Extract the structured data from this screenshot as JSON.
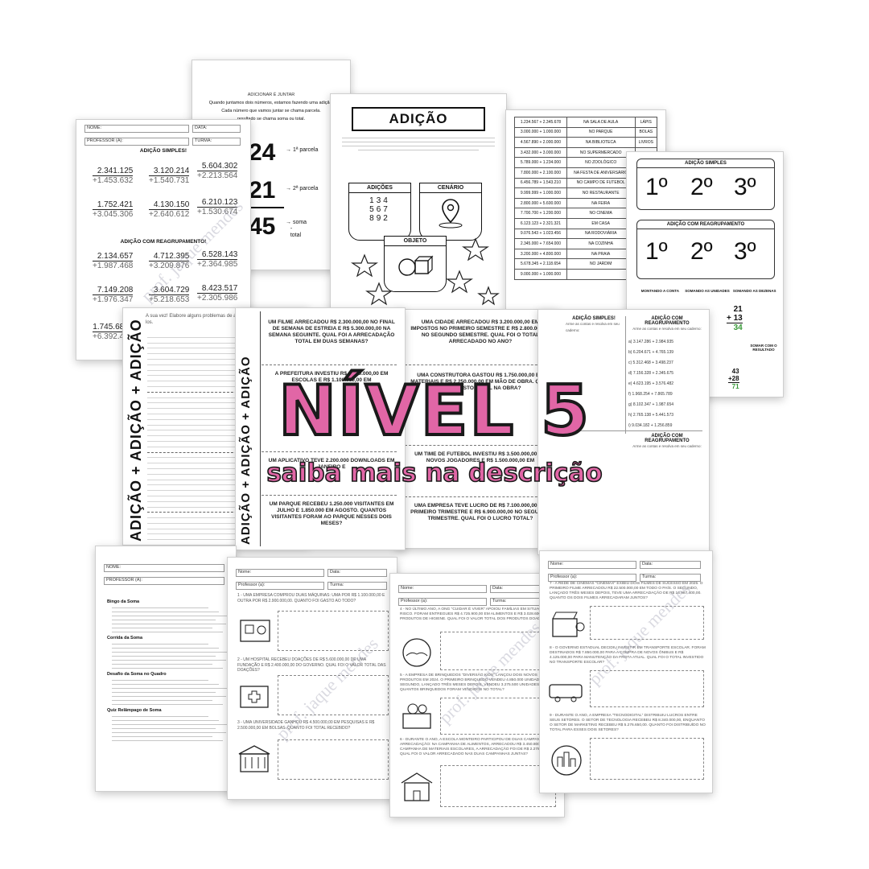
{
  "headline": "NÍVEL 5",
  "subline": "saiba mais na descrição",
  "watermark": "prof. jaque mendes",
  "colors": {
    "accent": "#e166a6",
    "outline": "#1a1a1a"
  },
  "sheet_a": {
    "field_nome": "NOME:",
    "field_data": "DATA:",
    "field_prof": "PROFESSOR (A):",
    "field_turma": "TURMA:",
    "title_simple": "ADIÇÃO SIMPLES!",
    "title_regroup": "ADIÇÃO COM REAGRUPAMENTO!",
    "sums": [
      {
        "a": "2.341.125",
        "b": "+1.453.632"
      },
      {
        "a": "3.120.214",
        "b": "+1.540.731"
      },
      {
        "a": "5.604.302",
        "b": "+2.213.564"
      },
      {
        "a": "1.752.421",
        "b": "+3.045.306"
      },
      {
        "a": "4.130.150",
        "b": "+2.640.612"
      },
      {
        "a": "6.210.123",
        "b": "+1.530.674"
      },
      {
        "a": "2.134.657",
        "b": "+1.987.468"
      },
      {
        "a": "4.712.395",
        "b": "+3.209.876"
      },
      {
        "a": "6.528.143",
        "b": "+2.364.985"
      },
      {
        "a": "7.149.208",
        "b": "+1.976.347"
      },
      {
        "a": "3.604.729",
        "b": "+5.218.653"
      },
      {
        "a": "8.423.517",
        "b": "+2.305.986"
      },
      {
        "a": "1.745.68",
        "b": "+6.392.4"
      }
    ]
  },
  "sheet_b": {
    "line1": "ADICIONAR É JUNTAR",
    "line2": "Quando juntamos dois números, estamos fazendo uma adição.",
    "line3": "Cada número que vamos juntar se chama parcela.",
    "line4": "resultado se chama soma ou total.",
    "num1": "24",
    "num2": "21",
    "num3": "45",
    "lab1": "1ª parcela",
    "lab2": "2ª parcela",
    "lab3": "soma",
    "lab3b": "total"
  },
  "sheet_c": {
    "title": "ADIÇÃO",
    "label_adicoes": "ADIÇÕES",
    "label_cenario": "CENÁRIO",
    "label_objeto": "OBJETO",
    "digits": [
      "1",
      "3",
      "4",
      "5",
      "6",
      "7",
      "8",
      "9",
      "2"
    ]
  },
  "sheet_d": {
    "rows": [
      [
        "1.234.567 + 2.345.678",
        "NA SALA DE AULA",
        "LÁPIS"
      ],
      [
        "3.000.000 + 1.000.000",
        "NO PARQUE",
        "BOLAS"
      ],
      [
        "4.567.890 + 2.000.000",
        "NA BIBLIOTECA",
        "LIVROS"
      ],
      [
        "3.432.000 + 3.000.000",
        "NO SUPERMERCADO",
        ""
      ],
      [
        "5.789.000 + 1.234.000",
        "NO ZOOLÓGICO",
        ""
      ],
      [
        "7.800.000 + 2.100.000",
        "NA FESTA DE ANIVERSÁRIO",
        ""
      ],
      [
        "6.456.789 + 1.543.210",
        "NO CAMPO DE FUTEBOL",
        ""
      ],
      [
        "9.999.999 + 1.000.000",
        "NO RESTAURANTE",
        ""
      ],
      [
        "2.800.000 + 5.600.000",
        "NA FEIRA",
        ""
      ],
      [
        "7.700.700 + 1.200.000",
        "NO CINEMA",
        ""
      ],
      [
        "6.123.123 + 2.321.321",
        "EM CASA",
        ""
      ],
      [
        "9.076.543 + 1.023.456",
        "NA RODOVIÁRIA",
        ""
      ],
      [
        "2.345.000 + 7.654.000",
        "NA COZINHA",
        ""
      ],
      [
        "3.200.000 + 4.800.000",
        "NA PRAIA",
        ""
      ],
      [
        "5.678.345 + 2.118.654",
        "NO JARDIM",
        ""
      ],
      [
        "9.000.000 + 1.000.000",
        "",
        ""
      ]
    ]
  },
  "sheet_e": {
    "title1": "ADIÇÃO SIMPLES",
    "title2": "ADIÇÃO COM REAGRUPAMENTO",
    "ordinals": [
      "1º",
      "2º",
      "3º"
    ],
    "col1": "MONTANDO A CONTA",
    "col2": "SOMANDO AS UNIDADES",
    "col3": "SOMANDO AS DEZENAS",
    "example_a": "21",
    "example_b": "+ 13",
    "example_c": "34",
    "example2_a": "43",
    "example2_b": "+28",
    "example2_c": "71",
    "note": "SOMAR COM O RESULTADO"
  },
  "sheet_f": {
    "intro": "A sua vez! Elabore alguns problemas de adição e mostre como resolvê-los.",
    "vertical": "ADIÇÃO + ADIÇÃO + ADIÇÃO"
  },
  "sheet_g": {
    "vertical": "ADIÇÃO + ADIÇÃO + ADIÇÃO",
    "problems": [
      "UM FILME ARRECADOU R$ 2.300.000,00 NO FINAL DE SEMANA DE ESTREIA E R$ 5.300.000,00 NA SEMANA SEGUINTE. QUAL FOI A ARRECADAÇÃO TOTAL EM DUAS SEMANAS?",
      "A PREFEITURA INVESTIU R$ 2.400.000,00 EM ESCOLAS E R$ 1.100.000,00 EM",
      "UM APLICATIVO TEVE 2.200.000 DOWNLOADS EM JANEIRO E",
      "UM PARQUE RECEBEU 1.250.000 VISITANTES EM JULHO E 1.850.000 EM AGOSTO. QUANTOS VISITANTES FORAM AO PARQUE NESSES DOIS MESES?"
    ]
  },
  "sheet_h": {
    "problems": [
      "UMA CIDADE ARRECADOU R$ 3.200.000,00 EM IMPOSTOS NO PRIMEIRO SEMESTRE E R$ 2.800.000,00 NO SEGUNDO SEMESTRE. QUAL FOI O TOTAL ARRECADADO NO ANO?",
      "UMA CONSTRUTORA GASTOU R$ 1.750.000,00 EM MATERIAIS E R$ 2.250.000,00 EM MÃO DE OBRA. QUAL FOI O GASTO TOTAL NA OBRA?",
      "UM TIME DE FUTEBOL INVESTIU R$ 3.500.000,00 EM NOVOS JOGADORES E R$ 1.500.000,00 EM",
      "UMA EMPRESA TEVE LUCRO DE R$ 7.100.000,00 NO PRIMEIRO TRIMESTRE E R$ 6.900.000,00 NO SEGUNDO TRIMESTRE. QUAL FOI O LUCRO TOTAL?"
    ]
  },
  "sheet_i": {
    "left_title": "ADIÇÃO SIMPLES!",
    "right_title": "ADIÇÃO COM REAGRUPAMENTO",
    "left_sub": "Arme as contas e resolva em seu caderno:",
    "right_sub": "Arme as contas e resolva em seu caderno:",
    "right_items": [
      "a) 3.147.286 + 2.984.935",
      "b) 6.204.671 + 4.765.139",
      "c) 5.312.468 + 3.498.237",
      "d) 7.156.328 + 2.345.675",
      "e) 4.623.195 + 3.576.482",
      "f) 1.968.254 + 7.865.789",
      "g) 8.102.347 + 1.987.654",
      "h) 2.765.138 + 5.441.573",
      "i) 9.034.182 + 1.256.859"
    ]
  },
  "sheet_j": {
    "field_nome": "NOME:",
    "field_prof": "PROFESSOR (A):",
    "sections": [
      "Bingo da Soma",
      "Corrida da Soma",
      "Desafio da Soma no Quadro",
      "Quiz Relâmpago de Soma"
    ]
  },
  "sheet_k": {
    "field_nome": "Nome:",
    "field_data": "Data:",
    "field_prof": "Professor (a):",
    "field_turma": "Turma:",
    "q1": "1 - UMA EMPRESA COMPROU DUAS MÁQUINAS: UMA POR R$ 1.100.000,00 E OUTRA POR R$ 2.900.000,00. QUANTO FOI GASTO AO TODO?",
    "q2": "2 - UM HOSPITAL RECEBEU DOAÇÕES DE R$ 5.600.000,00 DE UMA FUNDAÇÃO E R$ 2.400.000,00 DO GOVERNO. QUAL FOI O VALOR TOTAL DAS DOAÇÕES?",
    "q3": "3 - UMA UNIVERSIDADE GANHOU R$ 4.500.000,00 EM PESQUISAS E R$ 2.500.000,00 EM BOLSAS. QUANTO FOI TOTAL RECEBIDO?"
  },
  "sheet_l": {
    "field_nome": "Nome:",
    "field_data": "Data:",
    "field_prof": "Professor (a):",
    "field_turma": "Turma:",
    "q4": "4 - NO ÚLTIMO ANO, A ONG \"CUIDAR É VIVER\" APOIOU FAMÍLIAS EM SITUAÇÃO DE RISCO. FORAM ENTREGUES R$ 4.725.900,00 EM ALIMENTOS E R$ 3.028.600,00 EM PRODUTOS DE HIGIENE. QUAL FOI O VALOR TOTAL DOS PRODUTOS DOADOS?",
    "q5": "5 - A EMPRESA DE BRINQUEDOS \"DIVERSÃO KIDS\" LANÇOU DOIS NOVOS PRODUTOS EM 2024. O PRIMEIRO BRINQUEDO VENDEU 4.850.000 UNIDADES E O SEGUNDO, LANÇADO TRÊS MESES DEPOIS, VENDEU 3.275.500 UNIDADES. QUANTOS BRINQUEDOS FORAM VENDIDOS NO TOTAL?",
    "q6": "6 - DURANTE O ANO, A ESCOLA MONTEIRO PARTICIPOU DE DUAS CAMPANHAS DE ARRECADAÇÃO: NA CAMPANHA DE ALIMENTOS, ARRECADOU R$ 3.450.800,00 E NA CAMPANHA DE MATERIAIS ESCOLARES, A ARRECADAÇÃO FOI DE R$ 2.278.550,00. QUAL FOI O VALOR ARRECADADO NAS DUAS CAMPANHAS JUNTAS?"
  },
  "sheet_m": {
    "field_nome": "Nome:",
    "field_data": "Data:",
    "field_prof": "Professor (a):",
    "field_turma": "Turma:",
    "q7": "7 - A REDE DE CINEMAS \"CINEMAX\" EXIBIU DOIS FILMES DE SUCESSO EM 2025. O PRIMEIRO FILME ARRECADOU R$ 22.500.000,00 EM TODO O PAÍS. O SEGUNDO, LANÇADO TRÊS MESES DEPOIS, TEVE UMA ARRECADAÇÃO DE R$ 16.987.400,00. QUANTO OS DOIS FILMES ARRECADARAM JUNTOS?",
    "q8": "8 - O GOVERNO ESTADUAL DECIDIU INVESTIR EM TRANSPORTE ESCOLAR. FORAM DESTINADOS R$ 7.850.000,00 PARA A COMPRA DE NOVOS ÔNIBUS E R$ 4.125.000,00 PARA MANUTENÇÃO DA FROTA ATUAL. QUAL FOI O TOTAL INVESTIDO NO TRANSPORTE ESCOLAR?",
    "q9": "9 - DURANTE O ANO, A EMPRESA \"TECNODIGITAL\" DISTRIBUIU LUCROS ENTRE SEUS SETORES. O SETOR DE TECNOLOGIA RECEBEU R$ 8.340.000,00, ENQUANTO O SETOR DE MARKETING RECEBEU R$ 5.276.650,00. QUANTO FOI DISTRIBUÍDO NO TOTAL PARA ESSES DOIS SETORES?"
  }
}
